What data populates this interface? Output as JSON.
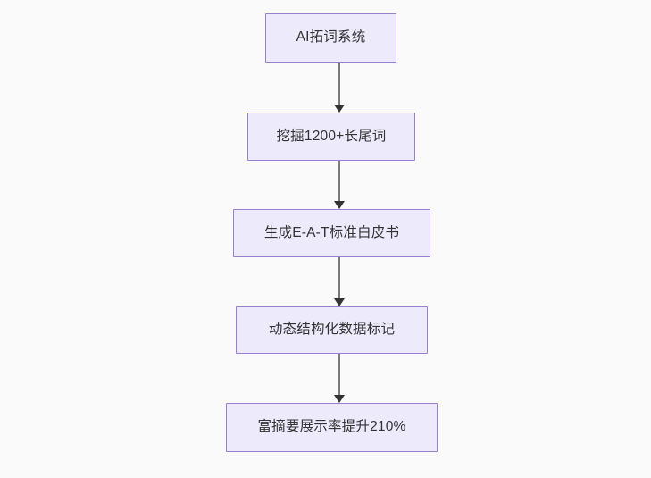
{
  "diagram": {
    "type": "flowchart",
    "direction": "top-to-bottom",
    "background_color": "#fafafa",
    "node_fill_color": "#eceafb",
    "node_border_color": "#9a7fd1",
    "node_text_color": "#333333",
    "edge_line_color": "#7a7a7a",
    "edge_arrow_color": "#333333",
    "nodes": [
      {
        "id": "n0",
        "label": "AI拓词系统"
      },
      {
        "id": "n1",
        "label": "挖掘1200+长尾词"
      },
      {
        "id": "n2",
        "label": "生成E-A-T标准白皮书"
      },
      {
        "id": "n3",
        "label": "动态结构化数据标记"
      },
      {
        "id": "n4",
        "label": "富摘要展示率提升210%"
      }
    ],
    "edges": [
      {
        "id": "e0",
        "from": "n0",
        "to": "n1",
        "label": ""
      },
      {
        "id": "e1",
        "from": "n1",
        "to": "n2",
        "label": ""
      },
      {
        "id": "e2",
        "from": "n2",
        "to": "n3",
        "label": ""
      },
      {
        "id": "e3",
        "from": "n3",
        "to": "n4",
        "label": ""
      }
    ]
  }
}
